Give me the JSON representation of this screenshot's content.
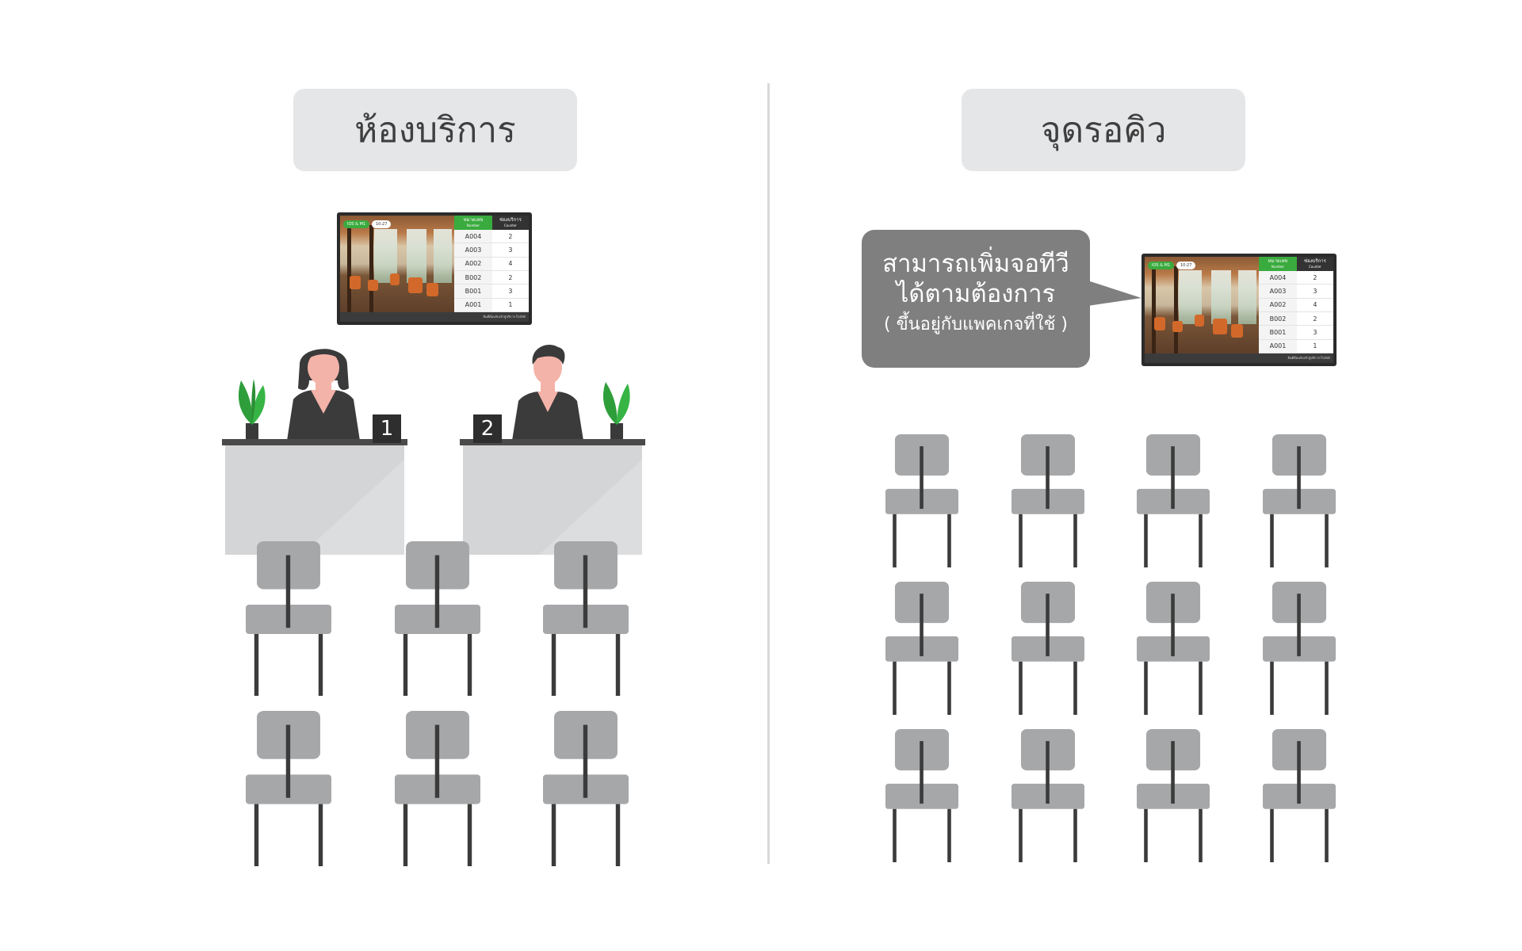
{
  "left_section": {
    "title": "ห้องบริการ",
    "counter_1": "1",
    "counter_2": "2"
  },
  "right_section": {
    "title": "จุดรอคิว",
    "callout_line1": "สามารถเพิ่มจอทีวี",
    "callout_line2": "ได้ตามต้องการ",
    "callout_note": "( ขึ้นอยู่กับแพคเกจที่ใช้ )"
  },
  "tv_display": {
    "badge_left": "IOS & M1",
    "badge_time": "10:27",
    "col_queue": "หมายเลข",
    "col_queue_sub": "Number",
    "col_counter": "ช่องบริการ",
    "col_counter_sub": "Counter",
    "rows": [
      {
        "queue": "A004",
        "counter": "2"
      },
      {
        "queue": "A003",
        "counter": "3"
      },
      {
        "queue": "A002",
        "counter": "4"
      },
      {
        "queue": "B002",
        "counter": "2"
      },
      {
        "queue": "B001",
        "counter": "3"
      },
      {
        "queue": "A001",
        "counter": "1"
      }
    ],
    "footer": "ยินดีต้อนรับเข้าสู่บริการ Fortet",
    "accent_green": "#3aab3e",
    "header_dark": "#333333"
  },
  "colors": {
    "chair": "#a6a7a9",
    "chair_leg": "#3b3b3b",
    "callout": "#7f7f7f",
    "pill": "#e5e6e8"
  }
}
